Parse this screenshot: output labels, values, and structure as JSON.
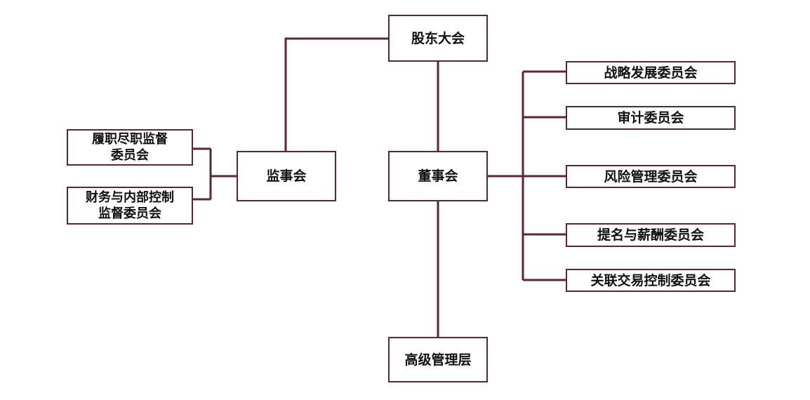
{
  "diagram": {
    "line_color": "#5e2630",
    "nodes": {
      "shareholders_meeting": "股东大会",
      "board_of_directors": "董事会",
      "board_of_supervisors": "监事会",
      "senior_management": "高级管理层",
      "duty_performance_committee": {
        "line1": "履职尽职监督",
        "line2": "委员会"
      },
      "finance_internal_control_committee": {
        "line1": "财务与内部控制",
        "line2": "监督委员会"
      },
      "strategy_committee": "战略发展委员会",
      "audit_committee": "审计委员会",
      "risk_committee": "风险管理委员会",
      "nomination_remuneration_committee": "提名与薪酬委员会",
      "related_transaction_committee": "关联交易控制委员会"
    }
  }
}
